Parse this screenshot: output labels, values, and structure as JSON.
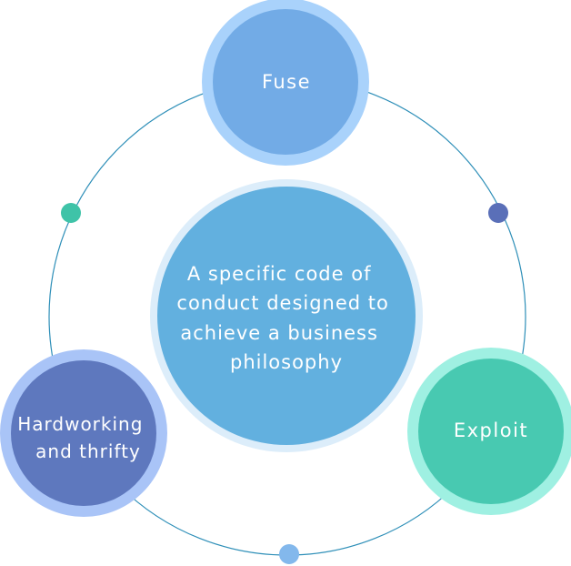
{
  "center": {
    "lines": [
      "A specific code of",
      "conduct designed to",
      "achieve a business",
      "philosophy"
    ]
  },
  "nodes": [
    {
      "id": "fuse",
      "lines": [
        "Fuse"
      ]
    },
    {
      "id": "exploit",
      "lines": [
        "Exploit"
      ]
    },
    {
      "id": "hardworking",
      "lines": [
        "Hardworking",
        "and thrifty"
      ]
    }
  ],
  "colors": {
    "ring": "#2e8fb8",
    "center_fill": "#62b0df",
    "center_halo": "#dcedfa",
    "fuse_fill": "#72abe6",
    "fuse_halo": "#a9d2fb",
    "exploit_fill": "#48c9b1",
    "exploit_halo": "#9ff0e2",
    "hardworking_fill": "#5e78be",
    "hardworking_halo": "#a9c4f7",
    "dot_green": "#3fc3a8",
    "dot_indigo": "#5a6fb8",
    "dot_blue": "#83b8ec",
    "text": "#ffffff"
  }
}
